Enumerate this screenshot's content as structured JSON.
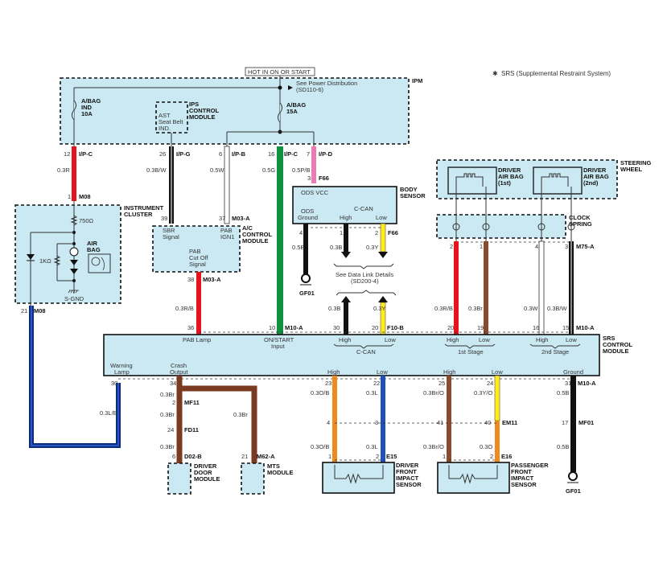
{
  "header": {
    "note": "SRS (Supplemental Restraint System)",
    "note_icon": "asterisk-icon",
    "hot_label": "HOT IN ON OR START",
    "power_ref": [
      "See Power Distribution",
      "(SD110-6)"
    ]
  },
  "ipm": {
    "name": "IPM",
    "fuse1": [
      "A/BAG",
      "IND",
      "10A"
    ],
    "fuse2": [
      "A/BAG",
      "15A"
    ],
    "ips": {
      "name": [
        "IPS",
        "CONTROL",
        "MODULE"
      ],
      "text": [
        "AST",
        "Seat Belt",
        "IND."
      ]
    },
    "pins": [
      {
        "pin": "12",
        "conn": "I/P-C",
        "wire": "0.3R",
        "color": "#e8121a"
      },
      {
        "pin": "26",
        "conn": "I/P-G",
        "wire": "0.3B/W",
        "color": "#111111"
      },
      {
        "pin": "6",
        "conn": "I/P-B",
        "wire": "0.5W",
        "color": "#ffffff"
      },
      {
        "pin": "16",
        "conn": "I/P-C",
        "wire": "0.5G",
        "color": "#109040"
      },
      {
        "pin": "7",
        "conn": "I/P-D",
        "wire": "0.5P/B",
        "color": "#ee7ab5"
      }
    ]
  },
  "cluster": {
    "name": [
      "INSTRUMENT",
      "CLUSTER"
    ],
    "in_pin": "1",
    "in_conn": "M08",
    "r1": "750Ω",
    "r2": "1KΩ",
    "lamp": [
      "AIR",
      "BAG"
    ],
    "gnd": "S-GND",
    "out_pin": "21",
    "out_conn": "M08",
    "out_wire": "0.3L/B"
  },
  "ac_module": {
    "name": [
      "A/C",
      "CONTROL",
      "MODULE"
    ],
    "pin39": "39",
    "pin37": "37",
    "conn": "M03-A",
    "sbr": [
      "SBR",
      "Signal"
    ],
    "pab_ign": [
      "PAB",
      "IGN1"
    ],
    "cutoff": [
      "PAB",
      "Cut Off",
      "Signal"
    ],
    "out_pin": "38",
    "out_conn": "M03-A",
    "out_wire": "0.3R/B"
  },
  "body_sensor": {
    "name": [
      "BODY",
      "SENSOR"
    ],
    "in_pin": "3",
    "in_conn": "F66",
    "vcc": "ODS VCC",
    "ground": [
      "ODS",
      "Ground"
    ],
    "can": "C-CAN",
    "high": "High",
    "low": "Low",
    "pins": [
      {
        "pin": "4",
        "wire": "0.5B"
      },
      {
        "pin": "1",
        "wire": "0.3B"
      },
      {
        "pin": "2",
        "wire": "0.3Y",
        "conn": "F66"
      }
    ],
    "gnd": "GF01",
    "data_link": [
      "See Data Link Details",
      "(SD200-4)"
    ]
  },
  "steering": {
    "name": [
      "STEERING",
      "WHEEL"
    ],
    "bag1": [
      "DRIVER",
      "AIR BAG",
      "(1st)"
    ],
    "bag2": [
      "DRIVER",
      "AIR BAG",
      "(2nd)"
    ]
  },
  "clock_spring": {
    "name": [
      "CLOCK",
      "SPRING"
    ],
    "conn": "M75-A",
    "pins": [
      {
        "pin": "2",
        "wire": "0.3R/B",
        "srs_pin": "20"
      },
      {
        "pin": "1",
        "wire": "0.3Br",
        "srs_pin": "19"
      },
      {
        "pin": "4",
        "wire": "0.3W",
        "srs_pin": "16"
      },
      {
        "pin": "3",
        "wire": "0.3B/W",
        "srs_pin": "15"
      }
    ]
  },
  "srs": {
    "name": [
      "SRS",
      "CONTROL",
      "MODULE"
    ],
    "top": {
      "pab_pin": "36",
      "pab_label": "PAB Lamp",
      "on_pin": "10",
      "on_conn": "M10-A",
      "on_label": [
        "ON/START",
        "Input"
      ],
      "can_high_pin": "30",
      "can_low_pin": "20",
      "can_conn": "F10-B",
      "can_wire_high": "0.3B",
      "can_wire_low": "0.3Y",
      "can": "C-CAN",
      "high": "High",
      "low": "Low",
      "stage1": "1st Stage",
      "stage2": "2nd Stage",
      "conn": "M10-A"
    },
    "bottom": {
      "warning": [
        "Warning",
        "Lamp"
      ],
      "warning_pin": "30",
      "crash": [
        "Crash",
        "Output"
      ],
      "crash_pin": "34",
      "high": "High",
      "low": "Low",
      "ground": "Ground",
      "pins": [
        {
          "pin": "23",
          "wire": "0.3O/B"
        },
        {
          "pin": "22",
          "wire": "0.3L"
        },
        {
          "pin": "25",
          "wire": "0.3Br/O"
        },
        {
          "pin": "24",
          "wire": "0.3Y/O"
        },
        {
          "pin": "31",
          "wire": "0.5B",
          "conn": "M10-A"
        }
      ]
    }
  },
  "lower": {
    "mf11": {
      "pin": "2",
      "conn": "MF11",
      "wire": "0.3Br"
    },
    "fd11": {
      "pin": "24",
      "conn": "FD11",
      "wire": "0.3Br"
    },
    "door": {
      "pin": "6",
      "conn": "D02-B",
      "name": [
        "DRIVER",
        "DOOR",
        "MODULE"
      ]
    },
    "mts": {
      "pin": "21",
      "conn": "M62-A",
      "wire": "0.3Br",
      "name": [
        "MTS",
        "MODULE"
      ]
    },
    "em11": {
      "pins": [
        "4",
        "3",
        "41",
        "40"
      ],
      "conn": "EM11"
    },
    "driver_sensor": {
      "pins": [
        "1",
        "2"
      ],
      "conn": "E15",
      "wires": [
        "0.3O/B",
        "0.3L"
      ],
      "name": [
        "DRIVER",
        "FRONT",
        "IMPACT",
        "SENSOR"
      ]
    },
    "pass_sensor": {
      "pins": [
        "1",
        "2"
      ],
      "conn": "E16",
      "wires": [
        "0.3Br/O",
        "0.3O"
      ],
      "name": [
        "PASSENGER",
        "FRONT",
        "IMPACT",
        "SENSOR"
      ]
    },
    "mf01": {
      "pin": "17",
      "conn": "MF01",
      "wire": "0.5B"
    },
    "gnd": "GF01"
  }
}
